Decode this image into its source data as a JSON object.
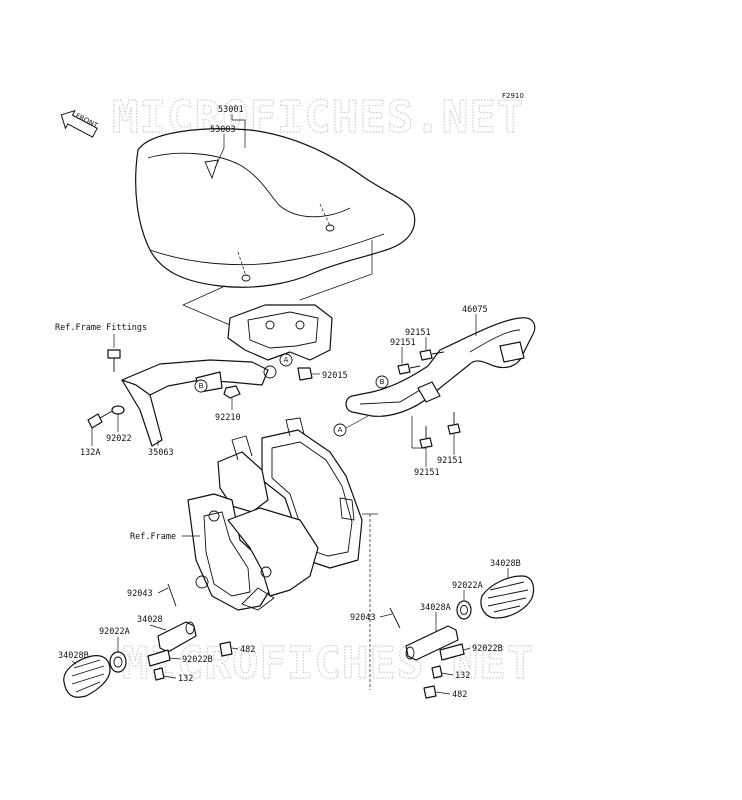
{
  "figure_code": "F2910",
  "front_label": "FRONT",
  "watermark": "MICROFICHES.NET",
  "callouts": [
    "A",
    "B"
  ],
  "labels": {
    "l53001": "53001",
    "l53003": "53003",
    "ref_frame_fittings": "Ref.Frame Fittings",
    "l92015": "92015",
    "l92210": "92210",
    "l92022": "92022",
    "l132A": "132A",
    "l35063": "35063",
    "l46075": "46075",
    "l92151a": "92151",
    "l92151b": "92151",
    "l92151c": "92151",
    "l92151d": "92151",
    "ref_frame": "Ref.Frame",
    "l92043a": "92043",
    "l34028a": "34028",
    "l92022Aa": "92022A",
    "l34028Ba": "34028B",
    "l92022Ba": "92022B",
    "l482a": "482",
    "l132a": "132",
    "l34028Bb": "34028B",
    "l92022Ab": "92022A",
    "l34028A": "34028A",
    "l92043b": "92043",
    "l92022Bb": "92022B",
    "l132b": "132",
    "l482b": "482"
  },
  "colors": {
    "ink": "#111111",
    "watermark": "#cfcfcf",
    "background": "#ffffff"
  }
}
